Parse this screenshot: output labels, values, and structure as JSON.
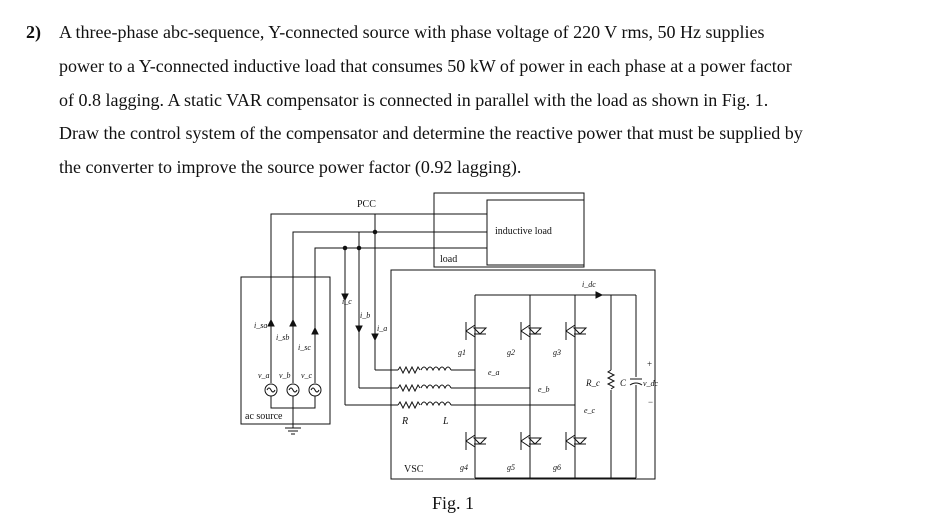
{
  "problem": {
    "number": "2)",
    "line1": "A three-phase abc-sequence, Y-connected source with phase voltage of 220 V rms, 50 Hz supplies",
    "line2": "power to a Y-connected inductive load that consumes 50 kW of power in each phase at a power factor",
    "line3": "of 0.8 lagging. A static VAR compensator is connected in parallel with the load as shown in Fig. 1.",
    "line4": "Draw the control system of the compensator and determine the reactive power that must be supplied by",
    "line5": "the converter to improve the source power factor (0.92 lagging)."
  },
  "figure": {
    "caption": "Fig. 1",
    "labels": {
      "pcc": "PCC",
      "inductive_load": "inductive load",
      "load": "load",
      "ac_source": "ac source",
      "vsc": "VSC",
      "R": "R",
      "L": "L",
      "isa": "i_sa",
      "isb": "i_sb",
      "isc": "i_sc",
      "va": "v_a",
      "vb": "v_b",
      "vc": "v_c",
      "ic": "i_c",
      "ib": "i_b",
      "ia": "i_a",
      "idc": "i_dc",
      "g1": "g1",
      "g2": "g2",
      "g3": "g3",
      "g4": "g4",
      "g5": "g5",
      "g6": "g6",
      "ea": "e_a",
      "eb": "e_b",
      "ec": "e_c",
      "Rc": "R_c",
      "C": "C",
      "vdc": "v_dc",
      "plus": "+",
      "minus": "−"
    }
  }
}
